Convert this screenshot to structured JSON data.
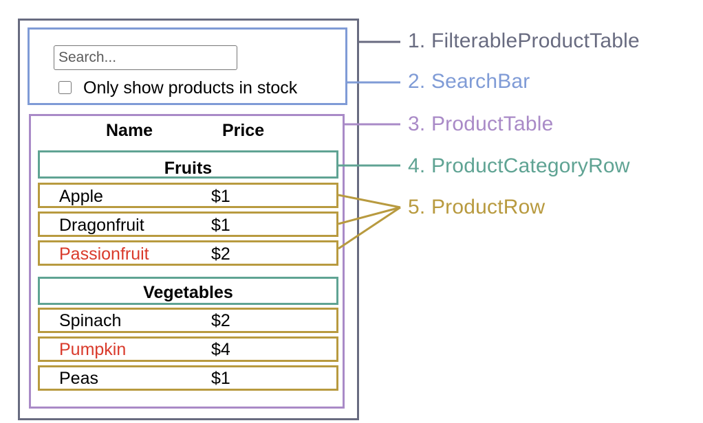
{
  "search": {
    "placeholder": "Search..."
  },
  "stock_filter": {
    "label": "Only show products in stock"
  },
  "table": {
    "headers": [
      "Name",
      "Price"
    ],
    "categories": [
      {
        "name": "Fruits",
        "rows": [
          {
            "name": "Apple",
            "price": "$1",
            "stocked": true
          },
          {
            "name": "Dragonfruit",
            "price": "$1",
            "stocked": true
          },
          {
            "name": "Passionfruit",
            "price": "$2",
            "stocked": false
          }
        ]
      },
      {
        "name": "Vegetables",
        "rows": [
          {
            "name": "Spinach",
            "price": "$2",
            "stocked": true
          },
          {
            "name": "Pumpkin",
            "price": "$4",
            "stocked": false
          },
          {
            "name": "Peas",
            "price": "$1",
            "stocked": true
          }
        ]
      }
    ]
  },
  "callouts": [
    {
      "label": "1. FilterableProductTable",
      "color": "#686b80"
    },
    {
      "label": "2. SearchBar",
      "color": "#7f9bd6"
    },
    {
      "label": "3. ProductTable",
      "color": "#a98ac7"
    },
    {
      "label": "4. ProductCategoryRow",
      "color": "#5fa393"
    },
    {
      "label": "5. ProductRow",
      "color": "#b89a3f"
    }
  ],
  "colors": {
    "out_of_stock": "#d93a2b"
  }
}
